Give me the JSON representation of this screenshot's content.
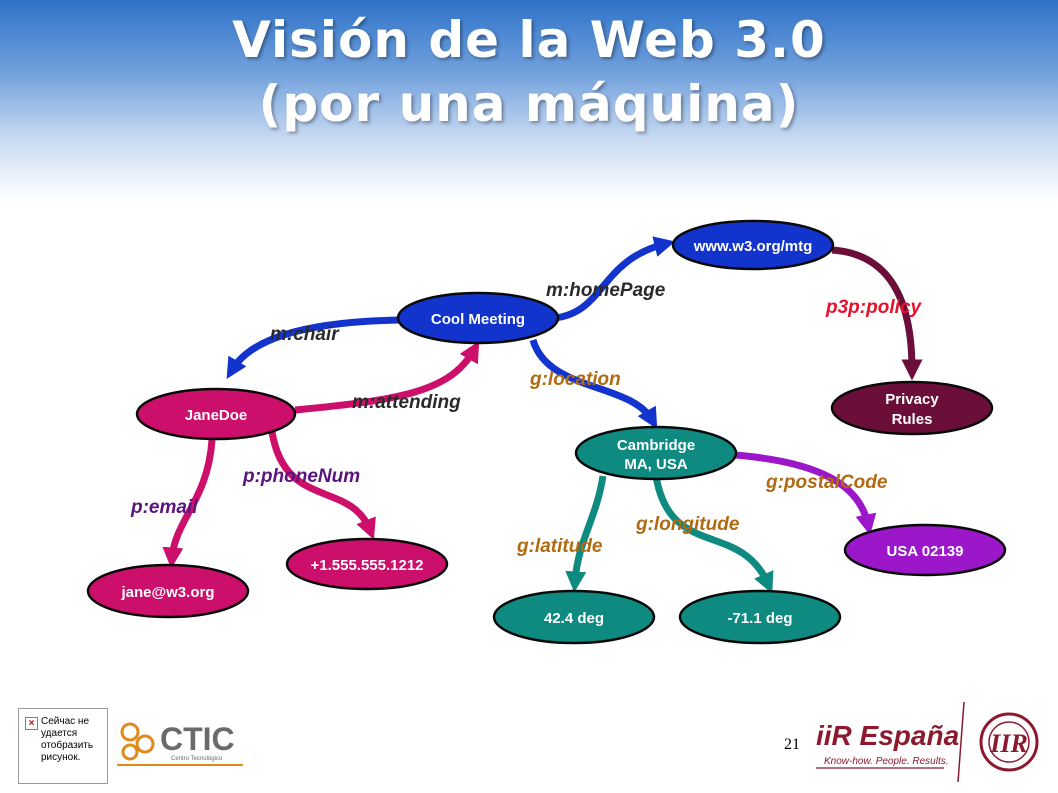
{
  "slide": {
    "title_line1": "Visión de la Web 3.0",
    "title_line2": "(por una máquina)",
    "page_number": "21"
  },
  "colors": {
    "blue": "#1233cc",
    "crimson": "#cc0f6a",
    "teal": "#0f8a80",
    "maroon": "#6b0f3a",
    "purple": "#9b17c9",
    "label_dark": "#2a2a2a",
    "label_red": "#e8102a"
  },
  "diagram": {
    "nodes": {
      "cool_meeting": "Cool Meeting",
      "w3_mtg": "www.w3.org/mtg",
      "janedoe": "JaneDoe",
      "privacy_line1": "Privacy",
      "privacy_line2": "Rules",
      "cambridge_line1": "Cambridge",
      "cambridge_line2": "MA, USA",
      "email": "jane@w3.org",
      "phone": "+1.555.555.1212",
      "usa": "USA 02139",
      "lat": "42.4 deg",
      "lon": "-71.1 deg"
    },
    "edges": {
      "chair": "m:chair",
      "homepage": "m:homePage",
      "policy": "p3p:policy",
      "attending": "m:attending",
      "location": "g:location",
      "phonenum": "p:phoneNum",
      "email": "p:email",
      "postalcode": "g:postalCode",
      "longitude": "g:longitude",
      "latitude": "g:latitude"
    }
  },
  "footer": {
    "broken_image_text": "Сейчас не удается отобразить рисунок.",
    "ctic_name": "CTIC",
    "ctic_subtitle": "Centro Tecnológico",
    "iir_brand": "iiR España",
    "iir_tagline": "Know-how. People. Results.",
    "iir_seal": "IIR"
  }
}
